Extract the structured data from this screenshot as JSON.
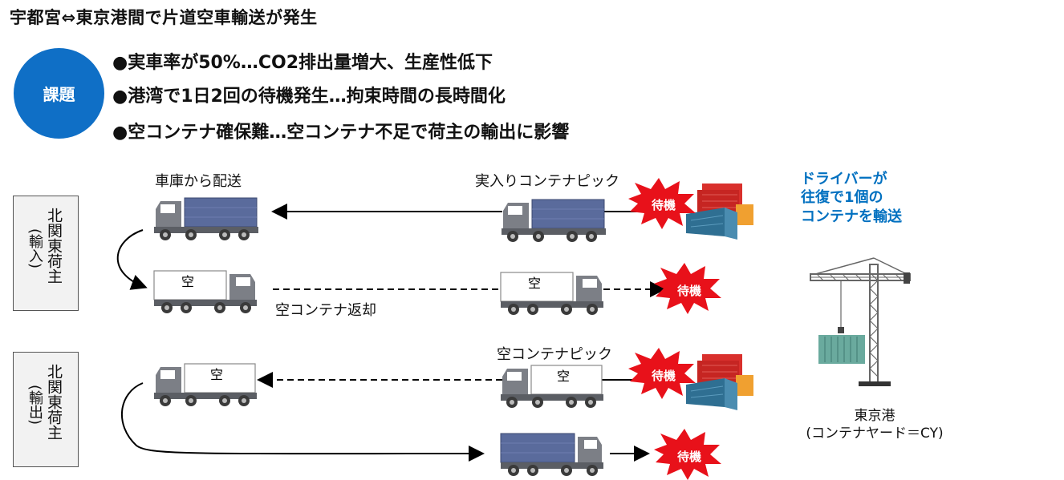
{
  "title": "宇都宮⇔東京港間で片道空車輸送が発生",
  "issues": {
    "badge": "課題",
    "items": [
      "●実車率が50%…CO2排出量増大、生産性低下",
      "●港湾で1日2回の待機発生…拘束時間の長時間化",
      "●空コンテナ確保難…空コンテナ不足で荷主の輸出に影響"
    ]
  },
  "shippers": {
    "import": {
      "line1": "北関東荷主",
      "line2": "(輸入)"
    },
    "export": {
      "line1": "北関東荷主",
      "line2": "(輸出)"
    }
  },
  "labels": {
    "depot_delivery": "車庫から配送",
    "full_pick": "実入りコンテナピック",
    "empty_return": "空コンテナ返却",
    "empty_pick": "空コンテナピック",
    "empty": "空",
    "wait": "待機"
  },
  "note": {
    "line1": "ドライバーが",
    "line2": "往復で1個の",
    "line3": "コンテナを輸送"
  },
  "port": {
    "name": "東京港",
    "sub": "(コンテナヤード＝CY)"
  },
  "colors": {
    "blue": "#0f6fc6",
    "note": "#0070c0",
    "burst": "#e8111a",
    "container": "#5a6b9c"
  }
}
